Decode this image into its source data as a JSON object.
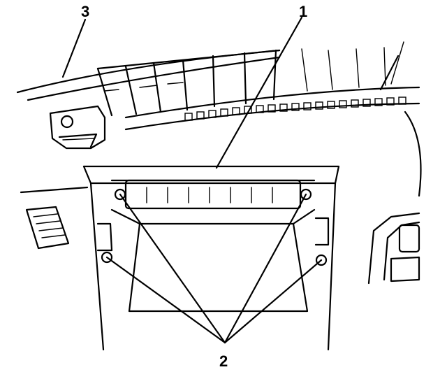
{
  "diagram": {
    "callouts": {
      "label_1": "1",
      "label_2": "2",
      "label_3": "3"
    },
    "line_color": "#000000",
    "background_color": "#ffffff"
  }
}
